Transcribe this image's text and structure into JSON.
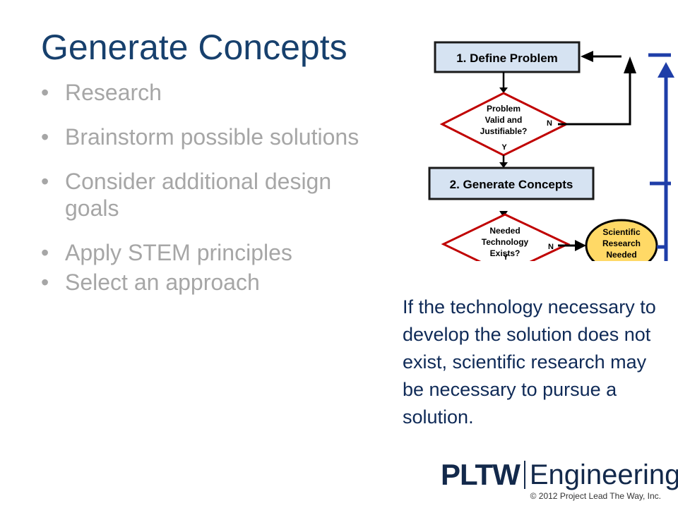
{
  "slide": {
    "title": "Generate Concepts",
    "bullets": [
      "Research",
      "Brainstorm possible solutions",
      "Consider additional design goals",
      "Apply STEM principles",
      "Select an approach"
    ],
    "caption": "If the technology necessary to develop the solution does not exist, scientific research may be necessary to pursue a solution."
  },
  "flowchart": {
    "step1": "1. Define Problem",
    "decision1": [
      "Problem",
      "Valid and",
      "Justifiable?"
    ],
    "decision1_no": "N",
    "decision1_yes": "Y",
    "step2": "2. Generate Concepts",
    "decision2": [
      "Needed",
      "Technology",
      "Exists?"
    ],
    "decision2_no": "N",
    "decision2_yes": "Y",
    "research": [
      "Scientific",
      "Research",
      "Needed"
    ]
  },
  "footer": {
    "brand": "PLTW",
    "subbrand": "Engineering",
    "copyright": "© 2012 Project Lead The Way, Inc."
  },
  "colors": {
    "title": "#17406d",
    "bullet_text": "#a6a6a6",
    "box_fill": "#d6e3f2",
    "diamond_stroke": "#c00000",
    "research_fill": "#ffd966",
    "bracket_blue": "#1f3ea8"
  }
}
